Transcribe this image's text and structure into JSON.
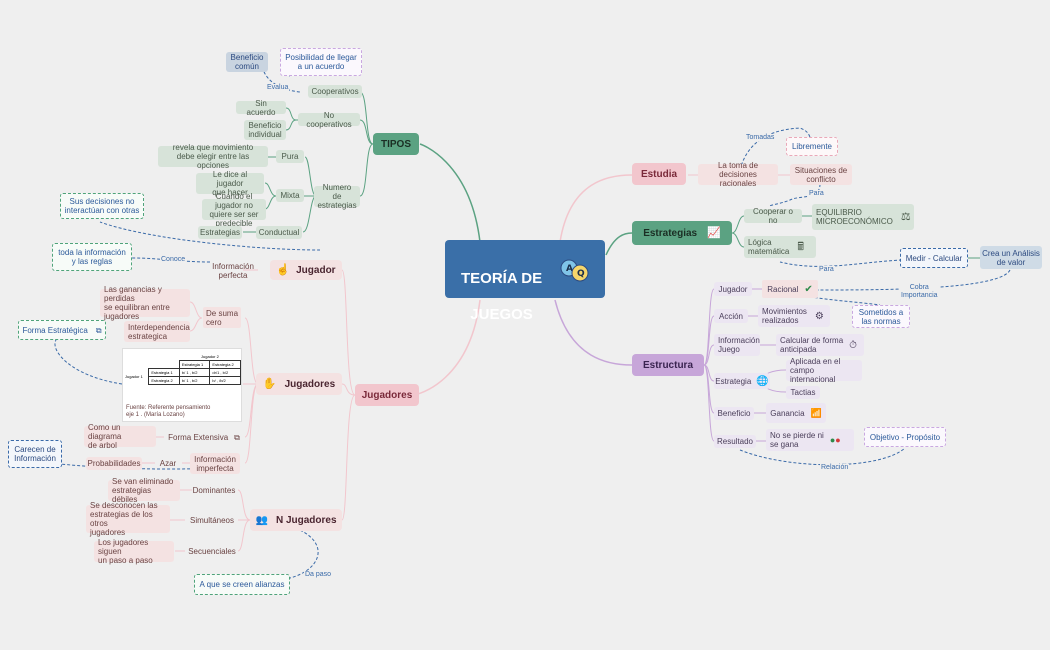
{
  "central": {
    "line1": "TEORÍA DE",
    "line2": "JUEGOS"
  },
  "tipos": {
    "label": "TIPOS",
    "cooperativos": "Cooperativos",
    "beneficio_comun": "Beneficio\ncomún",
    "posibilidad": "Posibilidad de llegar\na un acuerdo",
    "evalua": "Evalua",
    "no_cooperativos": "No cooperativos",
    "sin_acuerdo": "Sin acuerdo",
    "beneficio_individual": "Beneficio\nindividual",
    "numero_estrategias": "Numero de\nestrategias",
    "pura": "Pura",
    "pura_desc": "revela que movimiento\ndebe elegir entre las opciones",
    "mixta": "Mixta",
    "mixta_desc1": "Le dice al jugador\nque hacer",
    "mixta_desc2": "Cuando el jugador no\nquiere ser ser predecible",
    "conductual": "Conductual",
    "estrategias": "Estrategias"
  },
  "jugador_branch": {
    "jugadores": "Jugadores",
    "jugador": "Jugador",
    "info_perfecta": "Información\nperfecta",
    "sus_decisiones": "Sus decisiones no\ninteractúan con otras",
    "toda_info": "toda la información\ny las reglas",
    "conoce": "Conoce"
  },
  "jugadores_sub": {
    "label": "Jugadores",
    "de_suma_cero": "De suma\ncero",
    "ganancias": "Las ganancias y perdidas\nse equilibran entre\njugadores",
    "interdependencia": "Interdependencia\nestrategica",
    "forma_estrategica": "Forma Estratégica",
    "fuente": "Fuente: Referente pensamiento\neje 1 . (María Lozano)",
    "forma_extensiva": "Forma Extensiva",
    "como_diagrama": "Como un diagrama\nde arbol",
    "info_imperfecta": "Información\nimperfecta",
    "azar": "Azar",
    "probabilidades": "Probabilidades",
    "carecen": "Carecen de\nInformación"
  },
  "tabla": {
    "title": "Jugador 2",
    "col1": "Estrategia 1",
    "col2": "Estrategia 2",
    "rowhead": "Jugador 1",
    "r1": "Estrategia 1",
    "r2": "Estrategia 2",
    "c11": "b/ 1 , b/2",
    "c12": "dr/1 , b/2",
    "c21": "b/ 1 , b/2",
    "c22": "b/ , /b/2"
  },
  "n_jugadores": {
    "label": "N Jugadores",
    "dominantes": "Dominantes",
    "dom_desc": "Se van eliminado\nestrategias débiles",
    "simultaneos": "Simultáneos",
    "sim_desc": "Se desconocen las\nestrategias de los otros\njugadores",
    "secuenciales": "Secuenciales",
    "sec_desc": "Los jugadores siguen\nun paso a paso",
    "da_paso": "Da paso",
    "alianzas": "A que se creen alianzas"
  },
  "estudia": {
    "label": "Estudia",
    "toma": "La toma de\ndecisiones racionales",
    "situaciones": "Situaciones de\nconflicto",
    "tomadas": "Tomadas",
    "libremente": "Libremente",
    "para": "Para"
  },
  "estrategias_branch": {
    "label": "Estrategias",
    "cooperar": "Cooperar o no",
    "equilibrio": "EQUILIBRIO\nMICROECONÓMICO",
    "logica": "Lógica\nmatemática",
    "medir": "Medir - Calcular",
    "para": "Para",
    "crea": "Crea un Análisis\nde valor"
  },
  "estructura": {
    "label": "Estructura",
    "jugador": "Jugador",
    "racional": "Racional",
    "cobra": "Cobra\nImportancia",
    "accion": "Acción",
    "movimientos": "Movimientos\nrealizados",
    "sometidos": "Sometidos a\nlas normas",
    "info_juego": "Información\nJuego",
    "calcular": "Calcular de forma\nanticipada",
    "estrategia": "Estrategia",
    "aplicada": "Aplicada en el\ncampo internacional",
    "tactias": "Tactias",
    "beneficio": "Beneficio",
    "ganancia": "Ganancia",
    "resultado": "Resultado",
    "no_pierde": "No se pierde ni\nse gana",
    "objetivo": "Objetivo - Propósito",
    "relacion": "Relación"
  },
  "colors": {
    "central": "#3a6fa8",
    "green": "#5ba282",
    "pink": "#f2c6cd",
    "purple": "#c7a6d9"
  }
}
